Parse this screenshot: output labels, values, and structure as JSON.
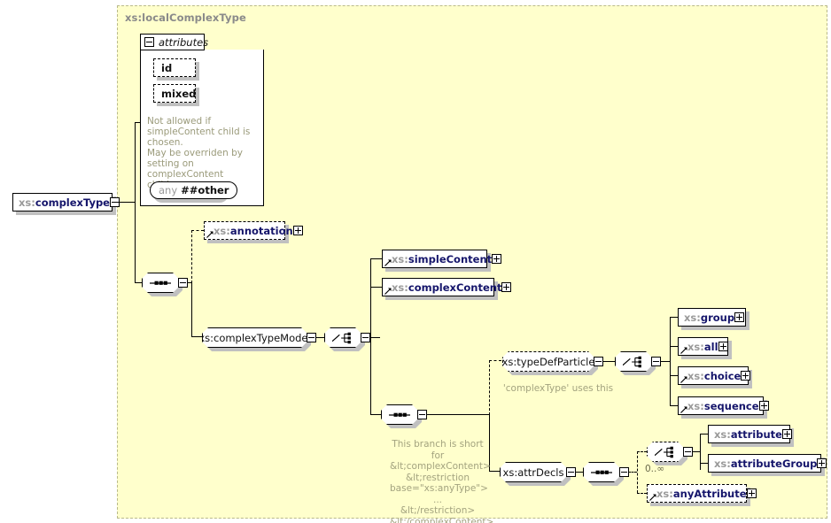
{
  "diagram": {
    "kind": "xsd-schema-diagram",
    "root_element": {
      "prefix": "xs:",
      "name": "complexType"
    },
    "scope": {
      "title": "xs:localComplexType"
    },
    "colors": {
      "scope_fill": "#FFFFCC",
      "scope_border": "#B9B98A",
      "box_fill": "#FFFFFF",
      "box_border": "#000000",
      "element_name": "#15156B",
      "prefix_gray": "#9A9A9A",
      "note_text": "#A3A37F",
      "shadow": "#C0C0C0"
    }
  },
  "attributes_panel": {
    "tab_label": "attributes",
    "tab_expander": "minus",
    "items": [
      {
        "label": "id"
      },
      {
        "label": "mixed"
      }
    ],
    "note": "     Not allowed if\nsimpleContent child is\nchosen.\n     May be overriden by\nsetting on complexContent\nchild.",
    "any": {
      "keyword": "any",
      "namespace": "##other"
    }
  },
  "nodes": {
    "root_sequence": {
      "type": "sequence",
      "expander": "minus"
    },
    "model_choice": {
      "type": "choice",
      "expander": "minus"
    },
    "content_sequence": {
      "type": "sequence",
      "expander": "minus"
    },
    "particle_choice": {
      "type": "choice",
      "expander": "minus"
    },
    "attr_choice": {
      "type": "choice",
      "expander": "minus",
      "occurrence": "0..∞",
      "dashed": true
    },
    "attrdecls_sequence": {
      "type": "sequence",
      "expander": "minus"
    }
  },
  "elements": [
    {
      "id": "complexType",
      "prefix": "xs:",
      "name": "complexType",
      "expander": "minus",
      "style": "solid",
      "reference": false
    },
    {
      "id": "annotation",
      "prefix": "xs:",
      "name": "annotation",
      "expander": "plus",
      "style": "dashed",
      "reference": true
    },
    {
      "id": "simpleContent",
      "prefix": "xs:",
      "name": "simpleContent",
      "expander": "plus",
      "style": "solid",
      "reference": true
    },
    {
      "id": "complexContent",
      "prefix": "xs:",
      "name": "complexContent",
      "expander": "plus",
      "style": "solid",
      "reference": true
    },
    {
      "id": "group",
      "prefix": "xs:",
      "name": "group",
      "expander": "plus",
      "style": "solid",
      "reference": false
    },
    {
      "id": "all",
      "prefix": "xs:",
      "name": "all",
      "expander": "plus",
      "style": "solid",
      "reference": true
    },
    {
      "id": "choice",
      "prefix": "xs:",
      "name": "choice",
      "expander": "plus",
      "style": "solid",
      "reference": true
    },
    {
      "id": "sequence",
      "prefix": "xs:",
      "name": "sequence",
      "expander": "plus",
      "style": "solid",
      "reference": true
    },
    {
      "id": "attribute",
      "prefix": "xs:",
      "name": "attribute",
      "expander": "plus",
      "style": "solid",
      "reference": false
    },
    {
      "id": "attributeGroup",
      "prefix": "xs:",
      "name": "attributeGroup",
      "expander": "plus",
      "style": "solid",
      "reference": false
    },
    {
      "id": "anyAttribute",
      "prefix": "xs:",
      "name": "anyAttribute",
      "expander": "plus",
      "style": "dashed",
      "reference": true
    }
  ],
  "groups": [
    {
      "id": "complexTypeModel",
      "prefix": "xs:",
      "name": "complexTypeModel",
      "expander": "minus",
      "style": "solid"
    },
    {
      "id": "typeDefParticle",
      "prefix": "xs:",
      "name": "typeDefParticle",
      "expander": "minus",
      "style": "dashed"
    },
    {
      "id": "attrDecls",
      "prefix": "xs:",
      "name": "attrDecls",
      "expander": "minus",
      "style": "solid"
    }
  ],
  "notes": {
    "typeDefParticle": "'complexType' uses this",
    "short_for": "This branch is short for\n&lt;complexContent>\n&lt;restriction\nbase=\"xs:anyType\">\n...\n&lt;/restriction>\n&lt;/complexContent>"
  }
}
